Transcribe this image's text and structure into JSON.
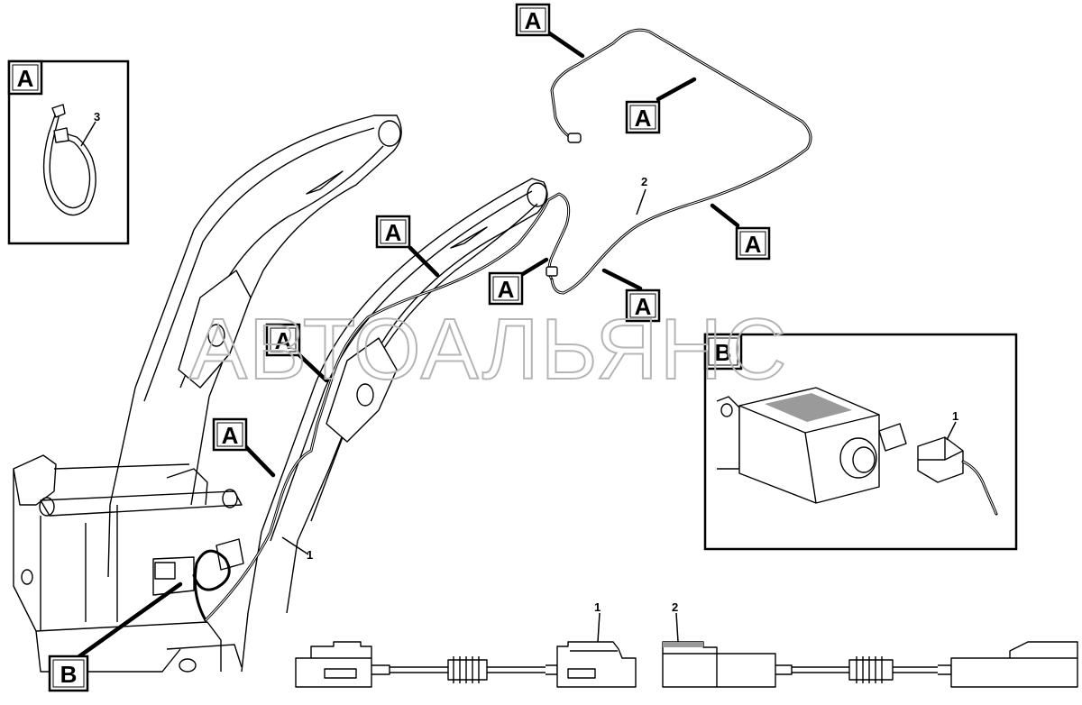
{
  "diagram": {
    "watermark": "АВТОАЛЬЯНС",
    "callouts": [
      {
        "id": "a1",
        "label": "A"
      },
      {
        "id": "a2",
        "label": "A"
      },
      {
        "id": "a3",
        "label": "A"
      },
      {
        "id": "a4",
        "label": "A"
      },
      {
        "id": "a5",
        "label": "A"
      },
      {
        "id": "a6",
        "label": "A"
      },
      {
        "id": "a7",
        "label": "A"
      },
      {
        "id": "a8",
        "label": "A"
      },
      {
        "id": "b1",
        "label": "B"
      }
    ],
    "detail_a": {
      "label": "A",
      "part_number": "3"
    },
    "detail_b": {
      "label": "B",
      "part_number": "1"
    },
    "part_numbers": {
      "cable_1": "1",
      "cable_2": "2",
      "connector_1": "1",
      "connector_2": "2"
    }
  }
}
